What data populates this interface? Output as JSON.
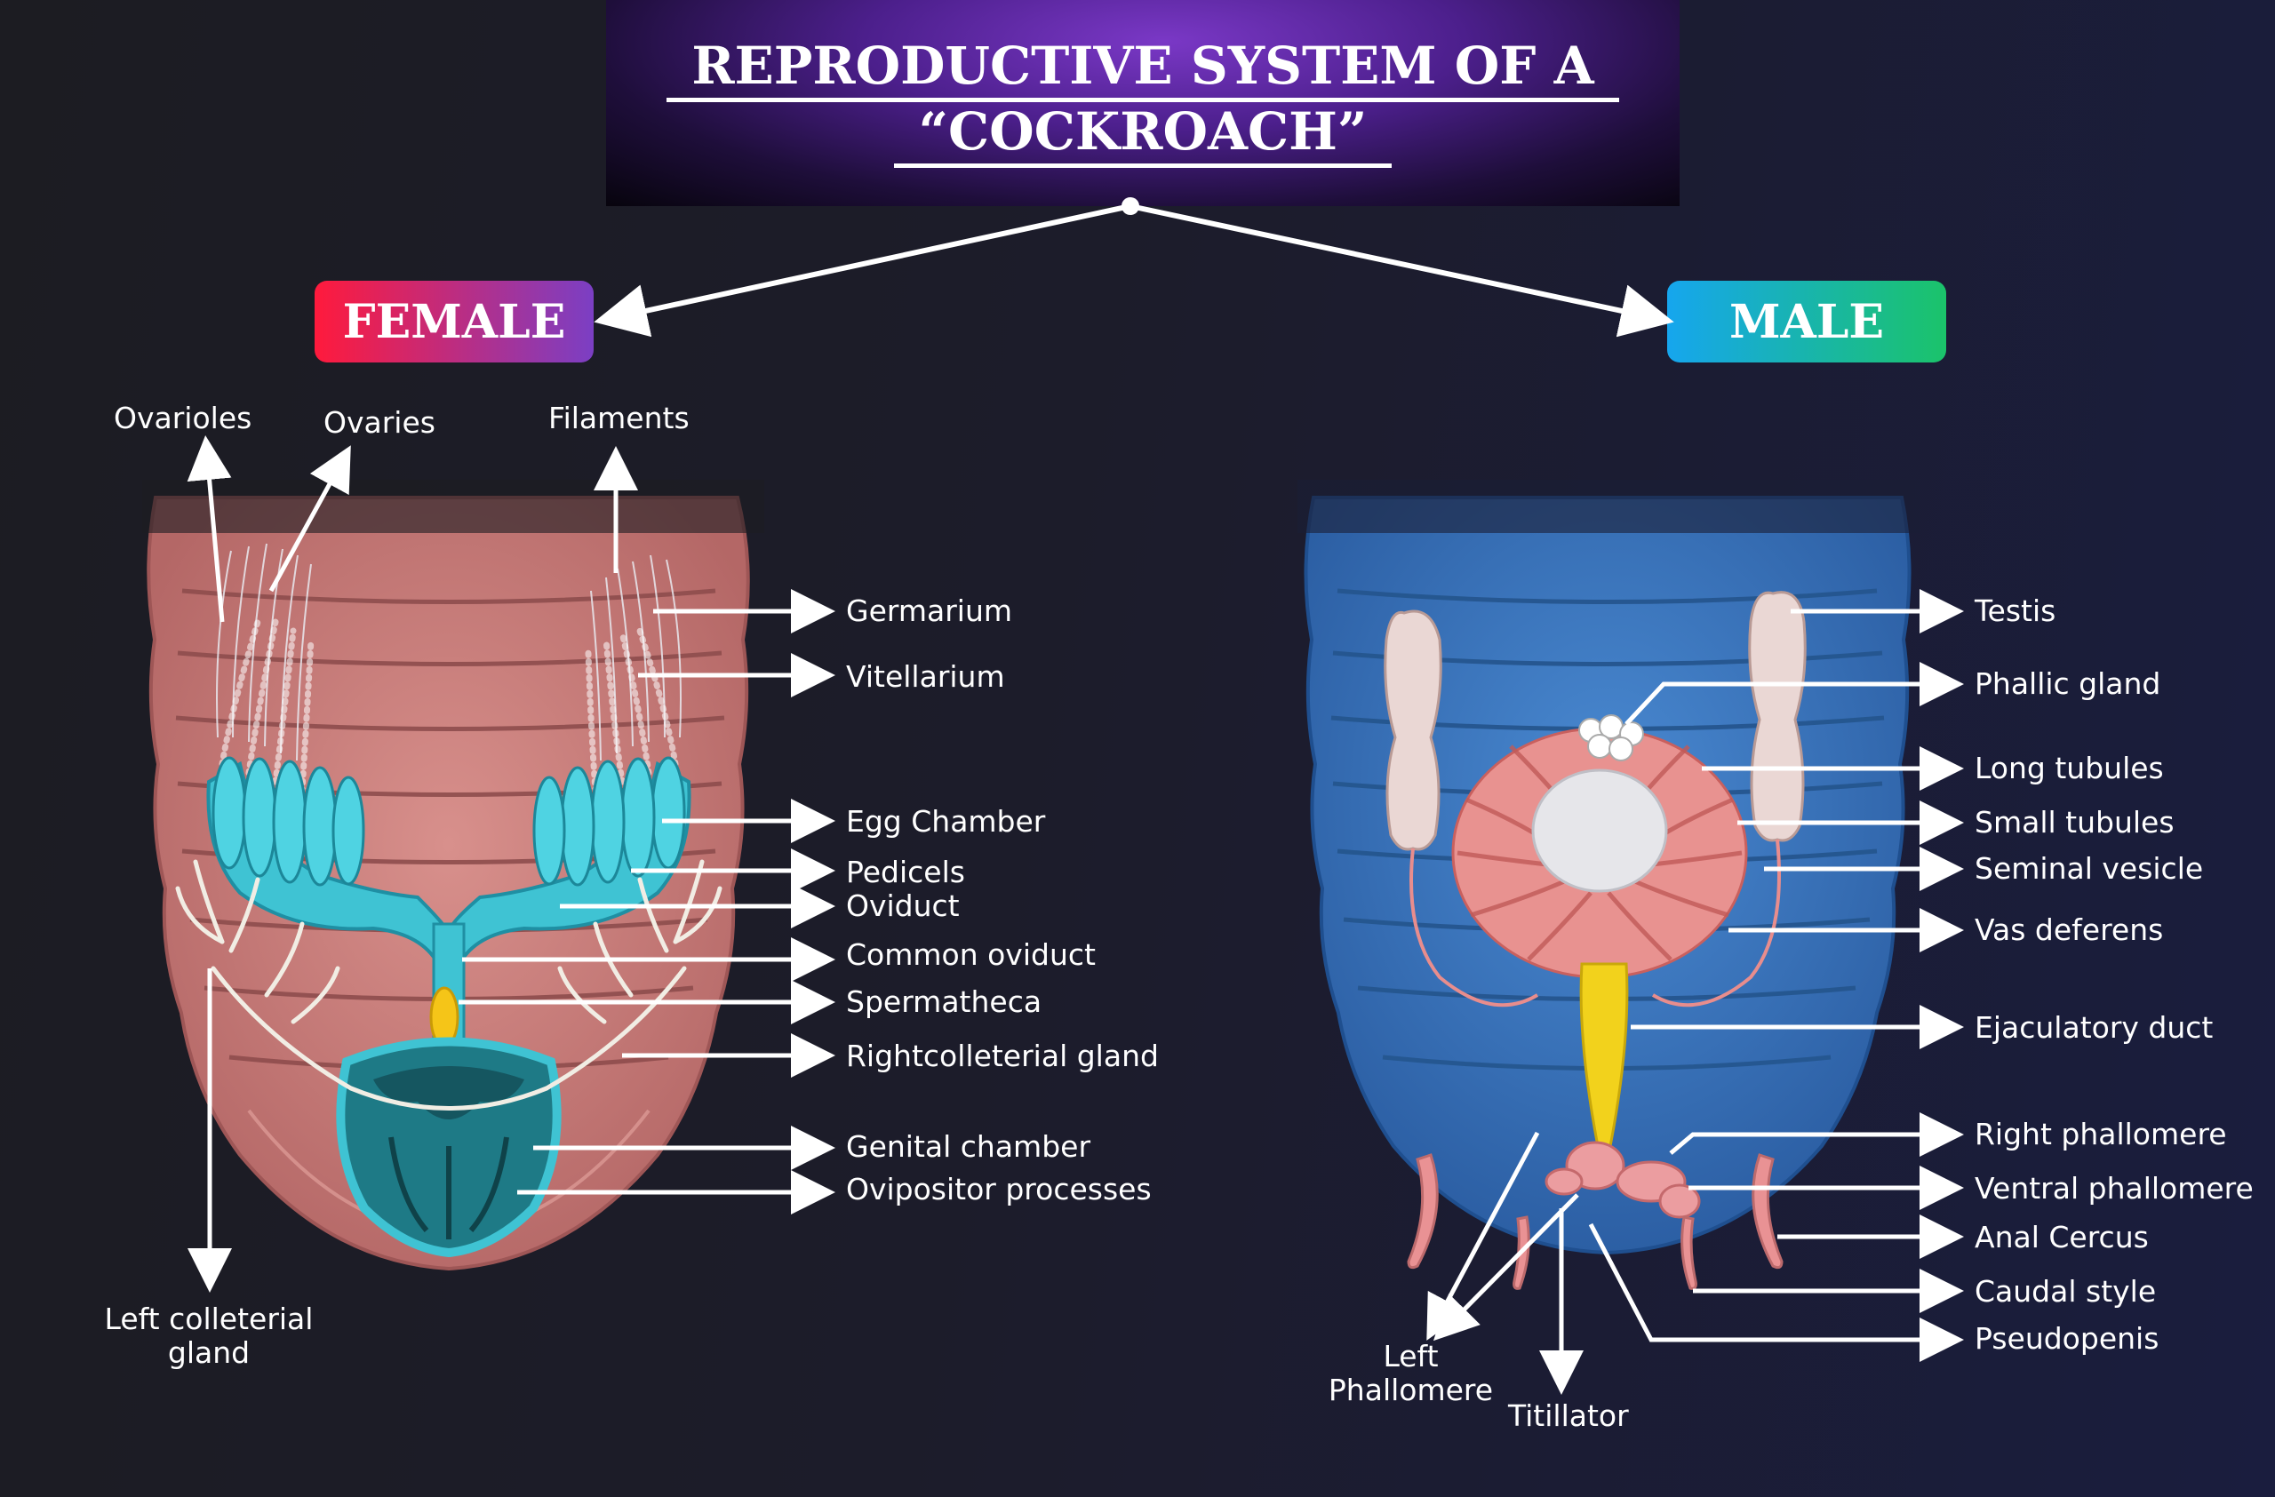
{
  "title": {
    "line1": "REPRODUCTIVE SYSTEM OF A",
    "line2": "“COCKROACH”"
  },
  "female": {
    "badge": "FEMALE",
    "badge_colors": [
      "#ff1a3c",
      "#7b3fc4"
    ],
    "labels": {
      "ovarioles": "Ovarioles",
      "ovaries": "Ovaries",
      "filaments": "Filaments",
      "germarium": "Germarium",
      "vitellarium": "Vitellarium",
      "egg_chamber": "Egg Chamber",
      "pedicels": "Pedicels",
      "oviduct": "Oviduct",
      "common_oviduct": "Common oviduct",
      "spermatheca": "Spermatheca",
      "right_colleterial_gland": "Rightcolleterial gland",
      "genital_chamber": "Genital chamber",
      "ovipositor_processes": "Ovipositor processes",
      "left_colleterial_gland_1": "Left colleterial",
      "left_colleterial_gland_2": "gland"
    }
  },
  "male": {
    "badge": "MALE",
    "badge_colors": [
      "#16a6ee",
      "#1bc36a"
    ],
    "labels": {
      "testis": "Testis",
      "phallic_gland": "Phallic gland",
      "long_tubules": "Long tubules",
      "small_tubules": "Small tubules",
      "seminal_vesicle": "Seminal vesicle",
      "vas_deferens": "Vas deferens",
      "ejaculatory_duct": "Ejaculatory duct",
      "right_phallomere": "Right phallomere",
      "ventral_phallomere": "Ventral phallomere",
      "anal_cercus": "Anal Cercus",
      "caudal_style": "Caudal style",
      "pseudopenis": "Pseudopenis",
      "left_phallomere_1": "Left",
      "left_phallomere_2": "Phallomere",
      "titillator": "Titillator"
    }
  },
  "colors": {
    "female_body": "#c97a78",
    "female_organ": "#3cbfd0",
    "male_body": "#3b7ac2",
    "male_tubules": "#e88d8d",
    "spermatheca": "#f5c518",
    "ejaculatory_duct": "#f2d21c"
  }
}
